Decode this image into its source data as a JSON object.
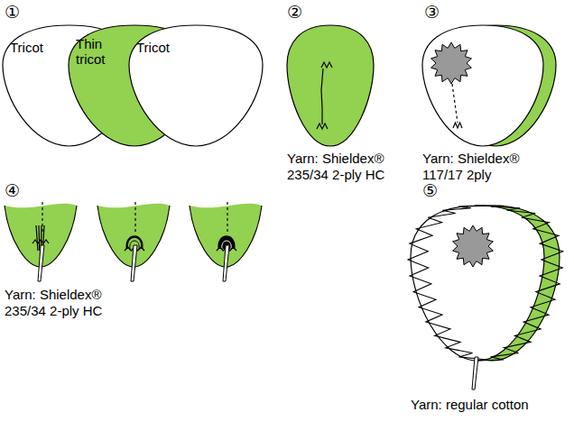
{
  "diagram": {
    "nodes": [
      {
        "text": [
          "Tricot"
        ]
      },
      {
        "text": [
          "Thin tricot"
        ]
      },
      {
        "text": [
          "Tricot"
        ]
      }
    ],
    "labels": [
      "①",
      "②",
      "③",
      "④",
      "⑤",
      "Yarn: Shieldex® 235/34 2-ply HC",
      "Yarn: Shieldex® 117/17 2ply",
      "Yarn: Shieldex® 235/34 2-ply HC",
      "Yarn: regular cotton"
    ]
  }
}
